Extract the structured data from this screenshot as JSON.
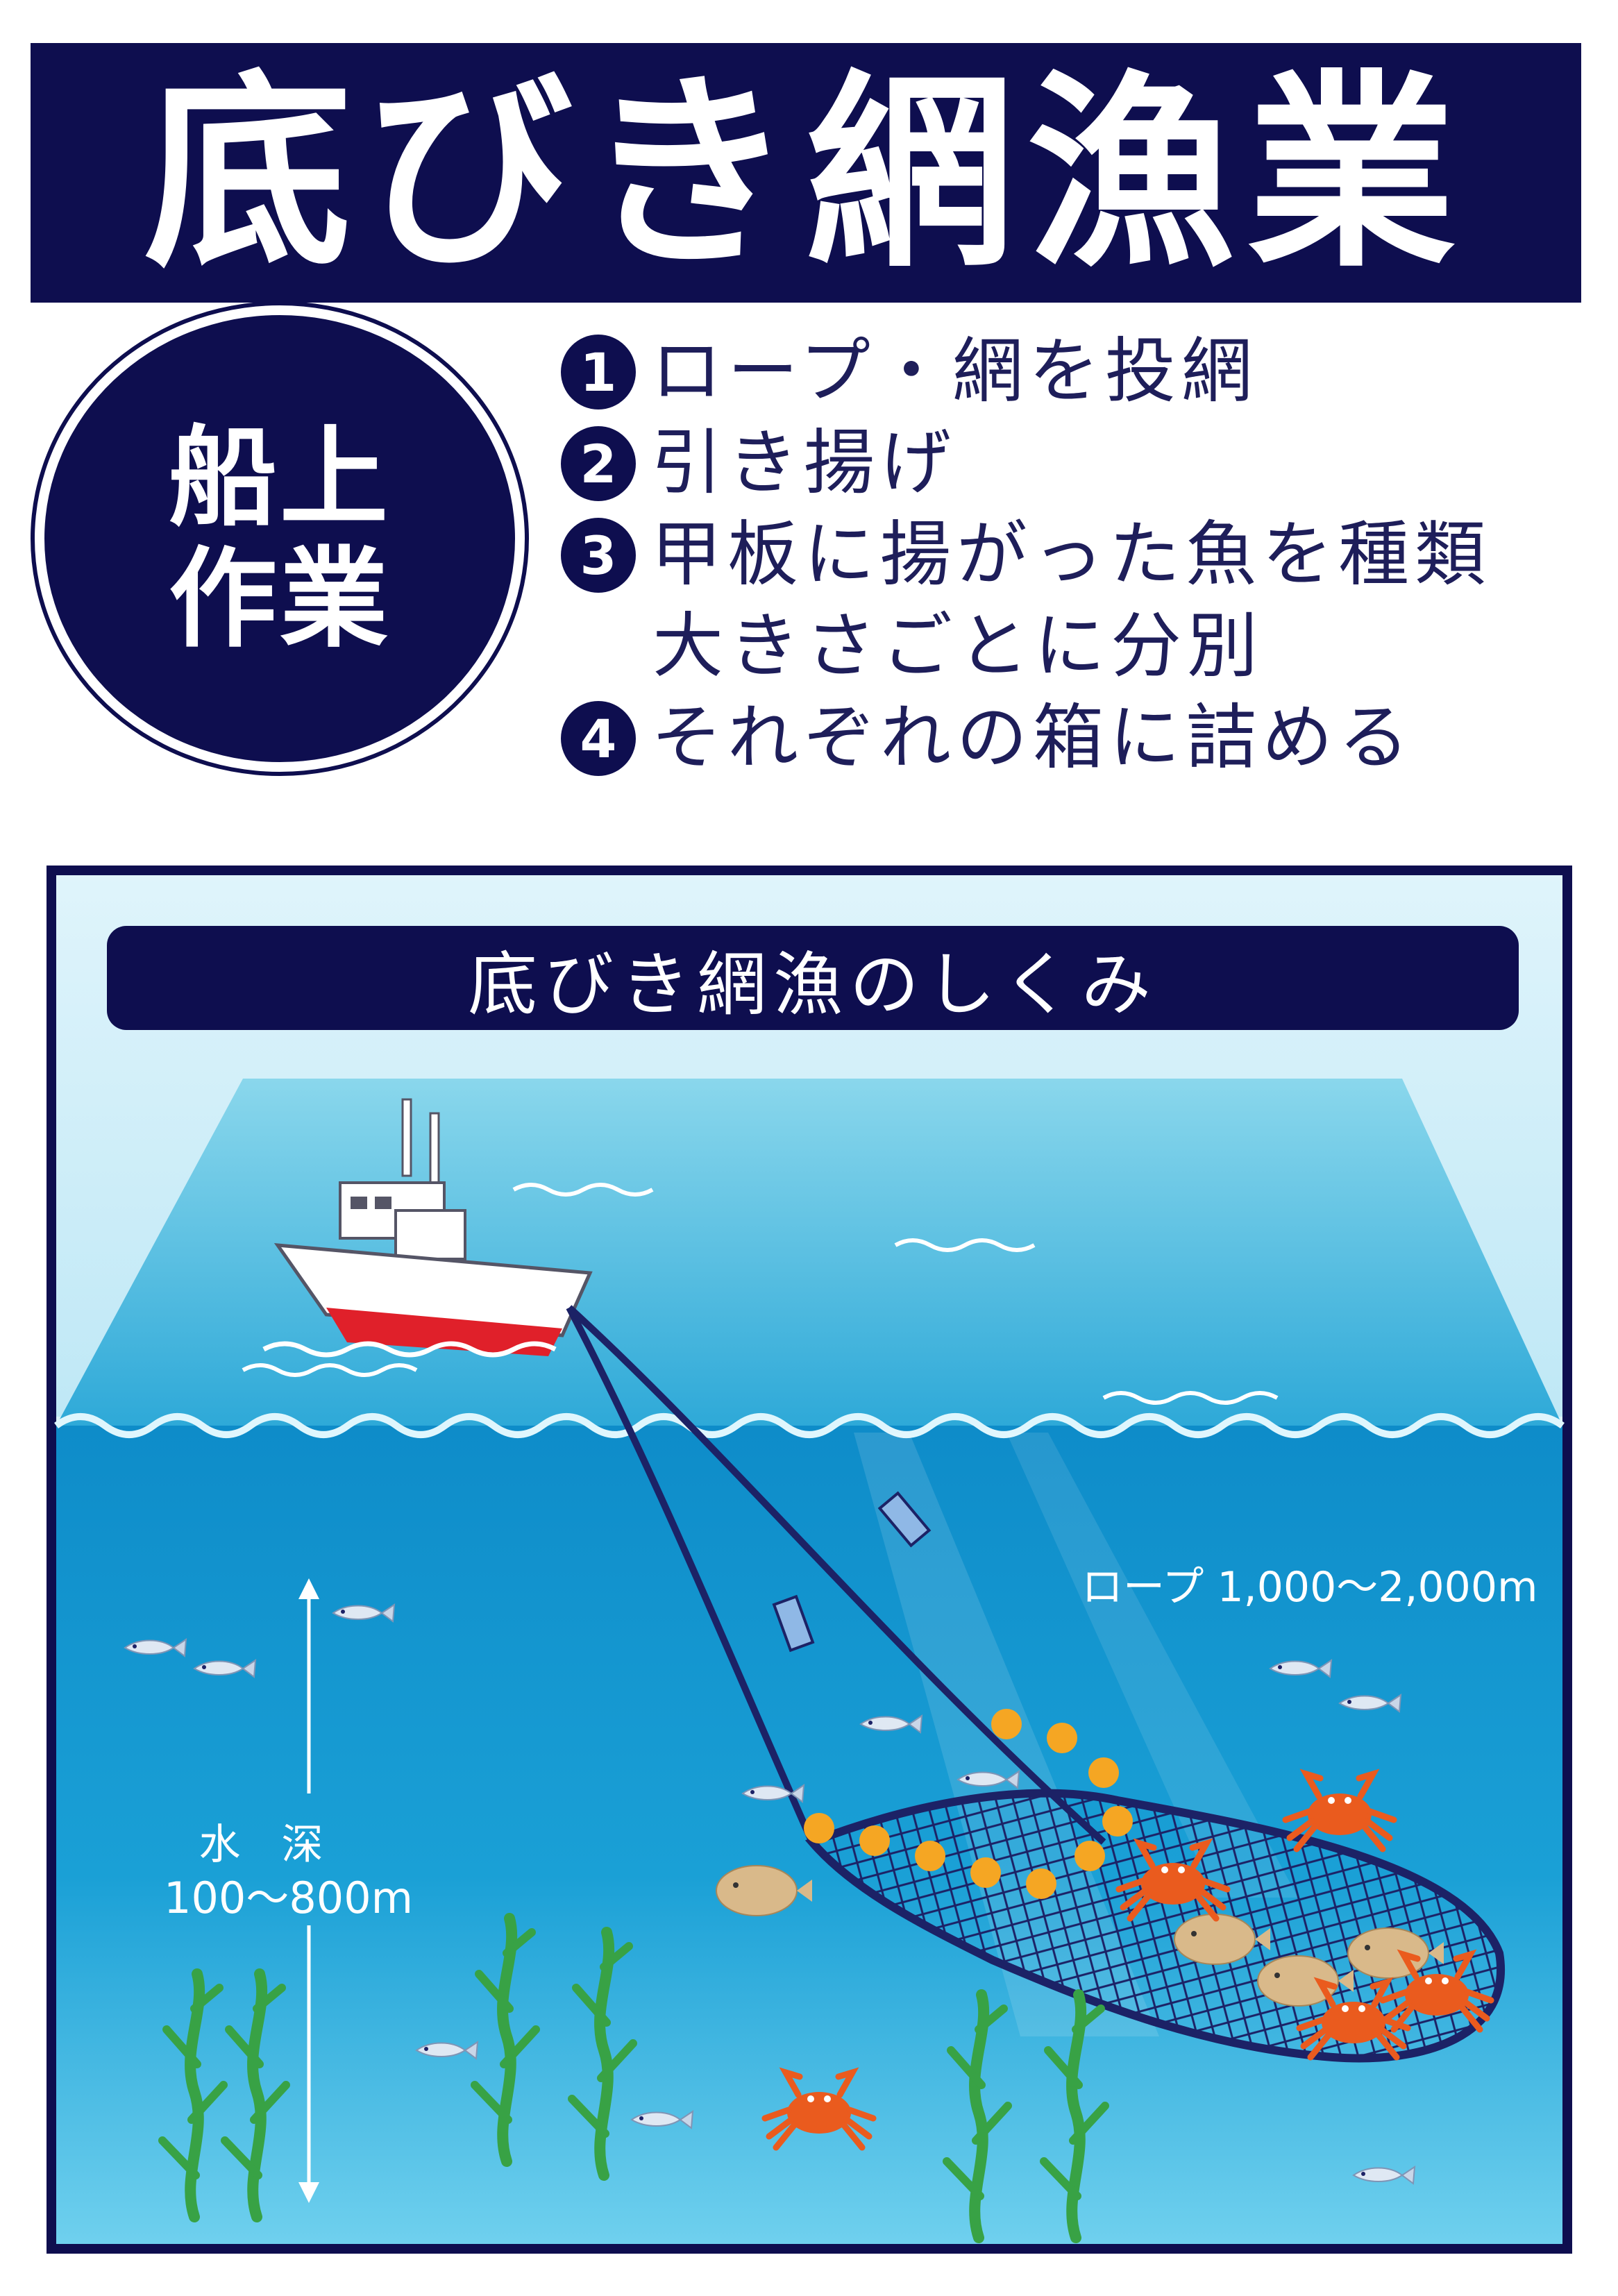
{
  "title": "底びき網漁業",
  "badge": {
    "line1": "船上",
    "line2": "作業"
  },
  "steps": [
    {
      "num": "1",
      "text": "ロープ・網を投網"
    },
    {
      "num": "2",
      "text": "引き揚げ"
    },
    {
      "num": "3",
      "text": "甲板に揚がった魚を種類",
      "cont": "大きさごとに分別"
    },
    {
      "num": "4",
      "text": "それぞれの箱に詰める"
    }
  ],
  "diagram": {
    "title": "底びき網漁のしくみ",
    "rope_label": "ロープ 1,000〜2,000m",
    "depth_label": "水 深",
    "depth_range": "100〜800m"
  },
  "colors": {
    "navy": "#0e0e4f",
    "sea_surface": "#5ec8e2",
    "sea_deep": "#0b7fc0",
    "net": "#1c2266",
    "float": "#f5a623",
    "crab": "#e85a1c",
    "seaweed": "#3aa046"
  },
  "icons": [
    "fishing-boat-icon",
    "trawl-net-icon",
    "fish-icon",
    "crab-icon",
    "flatfish-icon",
    "seaweed-icon",
    "float-icon"
  ]
}
